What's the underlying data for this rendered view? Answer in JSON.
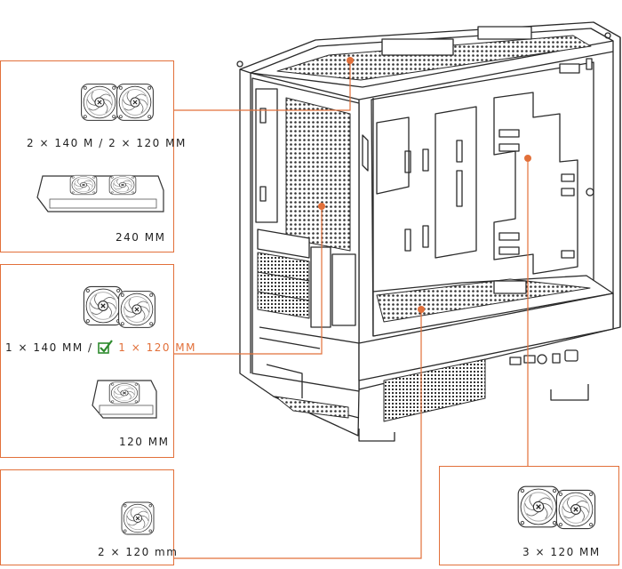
{
  "colors": {
    "accent": "#e2703a",
    "line": "#2a2a2a",
    "text": "#222222"
  },
  "labels": {
    "top_fans": "2 × 140 M / 2 × 120 MM",
    "top_radiator": "240 MM",
    "front_fans_a": "1 × 140 MM /",
    "front_fans_b": "1 × 120 MM",
    "front_radiator": "120 MM",
    "bottom_fans": "2 × 120 mm",
    "side_fans": "3 × 120 MM"
  },
  "icons": [
    "fan-icon",
    "radiator-icon",
    "check-icon"
  ]
}
